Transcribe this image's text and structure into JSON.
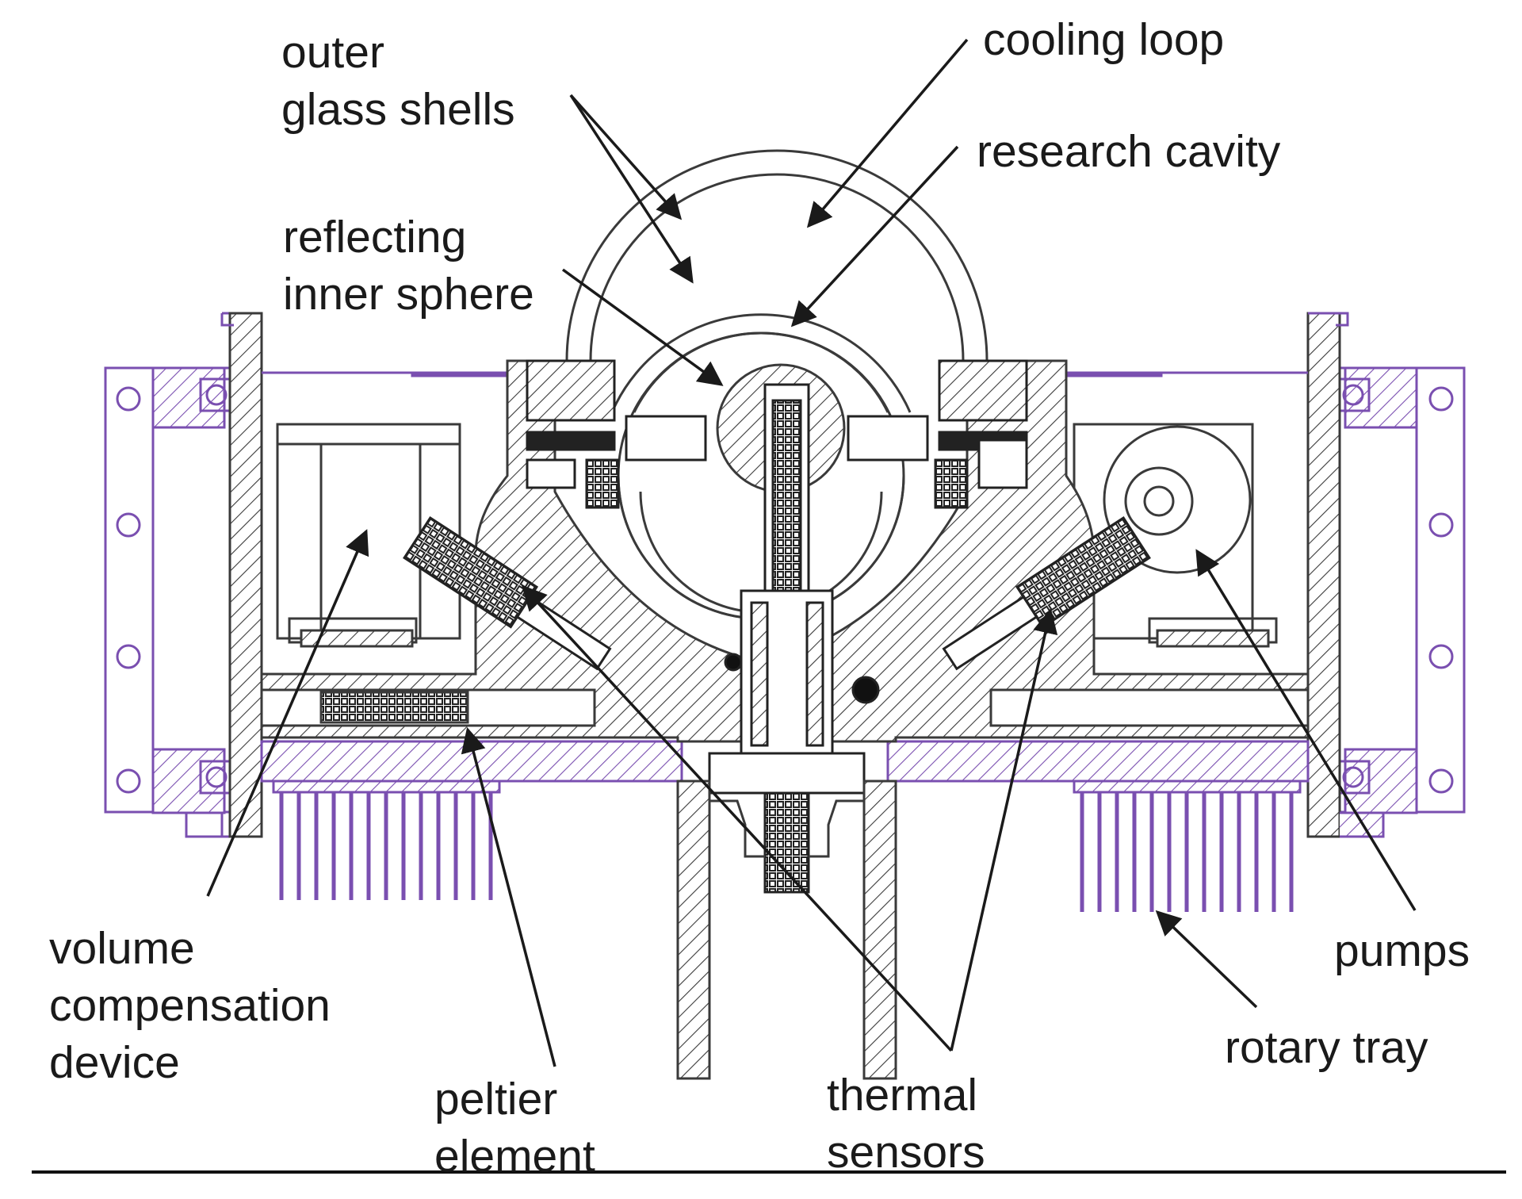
{
  "labels": {
    "outer_glass_shells": [
      "outer",
      "glass shells"
    ],
    "cooling_loop": [
      "cooling loop"
    ],
    "research_cavity": [
      "research cavity"
    ],
    "reflecting_inner_sphere": [
      "reflecting",
      "inner sphere"
    ],
    "volume_compensation_device": [
      "volume",
      "compensation",
      "device"
    ],
    "peltier_element": [
      "peltier",
      "element"
    ],
    "thermal_sensors": [
      "thermal",
      "sensors"
    ],
    "pumps": [
      "pumps"
    ],
    "rotary_tray": [
      "rotary tray"
    ]
  },
  "colors": {
    "line": "#3a3a3a",
    "purple": "#7a4fb0",
    "dark": "#222222",
    "background": "#ffffff"
  }
}
